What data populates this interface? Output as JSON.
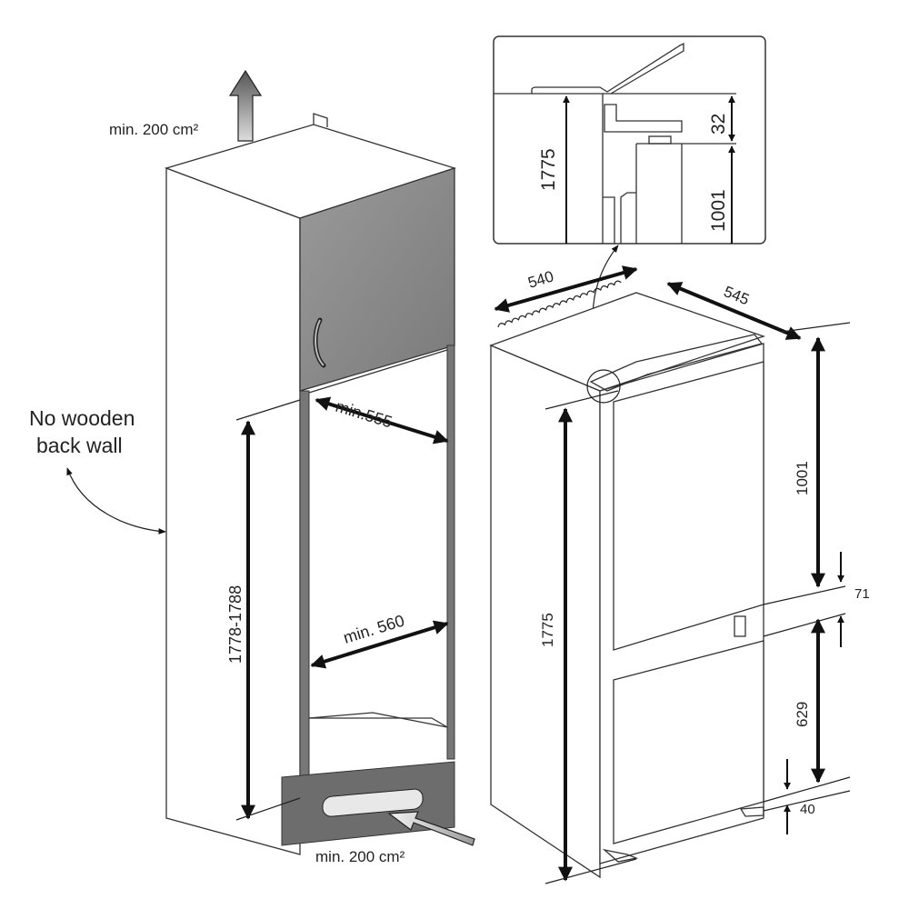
{
  "cabinet": {
    "top_vent_label": "min. 200 cm²",
    "bottom_vent_label": "min. 200 cm²",
    "back_wall_note_line1": "No wooden",
    "back_wall_note_line2": "back wall",
    "depth_label": "min.555",
    "width_label": "min. 560",
    "height_label": "1778-1788"
  },
  "detail_inset": {
    "total_height_label": "1775",
    "gap_label": "32",
    "door_height_label": "1001"
  },
  "appliance": {
    "width_label": "540",
    "depth_label": "545",
    "total_height_label": "1775",
    "upper_door_label": "1001",
    "door_gap_label": "71",
    "lower_door_label": "629",
    "bottom_gap_label": "40"
  }
}
